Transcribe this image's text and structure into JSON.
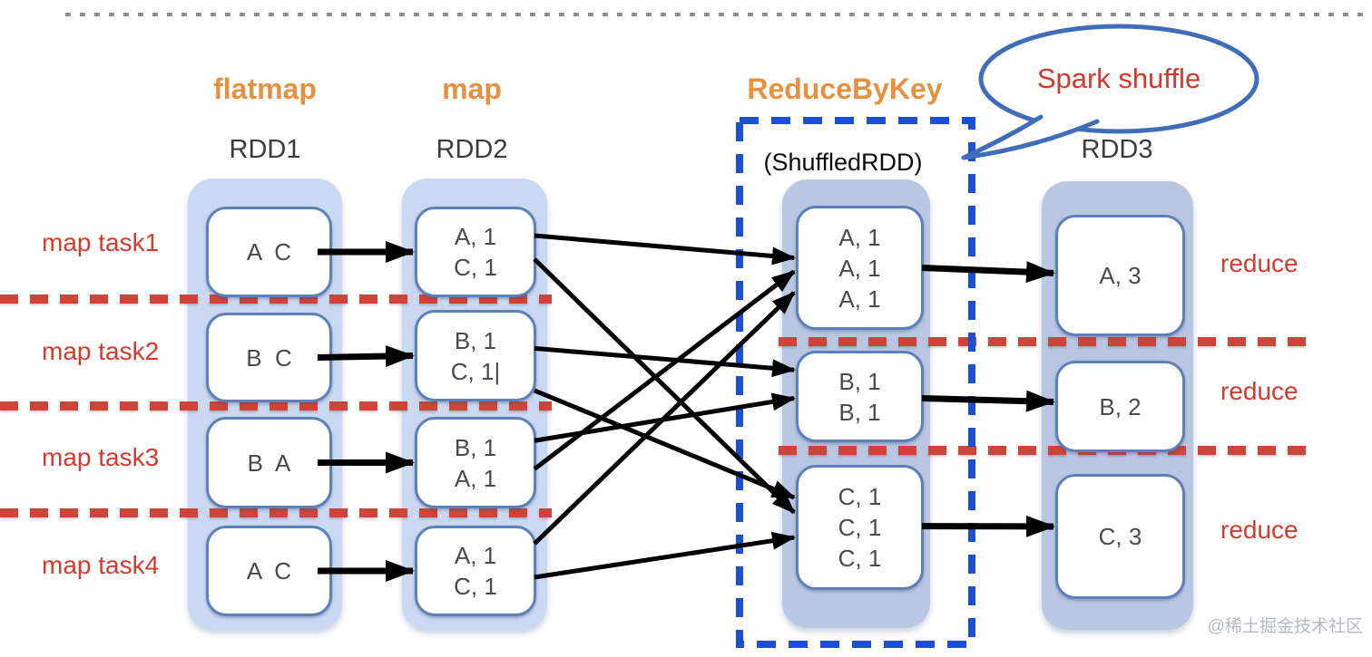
{
  "headers": {
    "flatmap": "flatmap",
    "map": "map",
    "reduce_by_key": "ReduceByKey"
  },
  "rdd_labels": {
    "rdd1": "RDD1",
    "rdd2": "RDD2",
    "shuffled": "(ShuffledRDD)",
    "rdd3": "RDD3"
  },
  "bubble": {
    "label": "Spark shuffle"
  },
  "task_labels": [
    "map task1",
    "map task2",
    "map task3",
    "map task4"
  ],
  "reduce_labels": [
    "reduce",
    "reduce",
    "reduce"
  ],
  "boxes": {
    "rdd1": [
      [
        "A  C"
      ],
      [
        "B  C"
      ],
      [
        "B  A"
      ],
      [
        "A  C"
      ]
    ],
    "rdd2": [
      [
        "A, 1",
        "C, 1"
      ],
      [
        "B, 1",
        "C, 1|"
      ],
      [
        "B, 1",
        "A, 1"
      ],
      [
        "A, 1",
        "C, 1"
      ]
    ],
    "shuffled": [
      [
        "A, 1",
        "A, 1",
        "A, 1"
      ],
      [
        "B, 1",
        "B, 1"
      ],
      [
        "C, 1",
        "C, 1",
        "C, 1"
      ]
    ],
    "rdd3": [
      [
        "A, 3"
      ],
      [
        "B, 2"
      ],
      [
        "C, 3"
      ]
    ]
  },
  "watermark": "@稀土掘金技术社区",
  "colors": {
    "stage_header": "#e5913f",
    "rdd_label": "#3b3b3d",
    "red_accent": "#d23b2e",
    "red_dash": "#cf4438",
    "blue_dash_frame": "#1d4ed8",
    "bubble_stroke": "#3f6db8",
    "container_light": "#cad8f1",
    "container_dark": "#b9c7e2",
    "box_border": "#5c80ba",
    "arrow": "#000000"
  },
  "edges": [
    {
      "from": "box-rdd1-p1",
      "to": "box-rdd2-p1",
      "kind": "thick",
      "fy": 0.5,
      "ty": 0.5,
      "inset": 16
    },
    {
      "from": "box-rdd1-p2",
      "to": "box-rdd2-p2",
      "kind": "thick",
      "fy": 0.5,
      "ty": 0.5,
      "inset": 16
    },
    {
      "from": "box-rdd1-p3",
      "to": "box-rdd2-p3",
      "kind": "thick",
      "fy": 0.5,
      "ty": 0.5,
      "inset": 16
    },
    {
      "from": "box-rdd1-p4",
      "to": "box-rdd2-p4",
      "kind": "thick",
      "fy": 0.5,
      "ty": 0.5,
      "inset": 16
    },
    {
      "from": "box-shuffled-a",
      "to": "box-rdd3-a",
      "kind": "thick",
      "fy": 0.5,
      "ty": 0.48,
      "inset": 2
    },
    {
      "from": "box-shuffled-b",
      "to": "box-rdd3-b",
      "kind": "thick",
      "fy": 0.52,
      "ty": 0.45,
      "inset": 2
    },
    {
      "from": "box-shuffled-c",
      "to": "box-rdd3-c",
      "kind": "thick",
      "fy": 0.49,
      "ty": 0.42,
      "inset": 2
    },
    {
      "from": "box-rdd2-p1",
      "to": "box-shuffled-a",
      "kind": "thin",
      "fy": 0.32,
      "ty": 0.42,
      "inset": 2
    },
    {
      "from": "box-rdd2-p1",
      "to": "box-shuffled-c",
      "kind": "thin",
      "fy": 0.58,
      "ty": 0.38,
      "inset": 2
    },
    {
      "from": "box-rdd2-p2",
      "to": "box-shuffled-b",
      "kind": "thin",
      "fy": 0.42,
      "ty": 0.21,
      "inset": 2
    },
    {
      "from": "box-rdd2-p2",
      "to": "box-shuffled-c",
      "kind": "thin",
      "fy": 0.88,
      "ty": 0.26,
      "inset": 2
    },
    {
      "from": "box-rdd2-p3",
      "to": "box-shuffled-b",
      "kind": "thin",
      "fy": 0.26,
      "ty": 0.52,
      "inset": 2
    },
    {
      "from": "box-rdd2-p3",
      "to": "box-shuffled-a",
      "kind": "thin",
      "fy": 0.57,
      "ty": 0.53,
      "inset": 2
    },
    {
      "from": "box-rdd2-p4",
      "to": "box-shuffled-a",
      "kind": "thin",
      "fy": 0.2,
      "ty": 0.7,
      "inset": 2
    },
    {
      "from": "box-rdd2-p4",
      "to": "box-shuffled-c",
      "kind": "thin",
      "fy": 0.57,
      "ty": 0.58,
      "inset": 2
    }
  ]
}
